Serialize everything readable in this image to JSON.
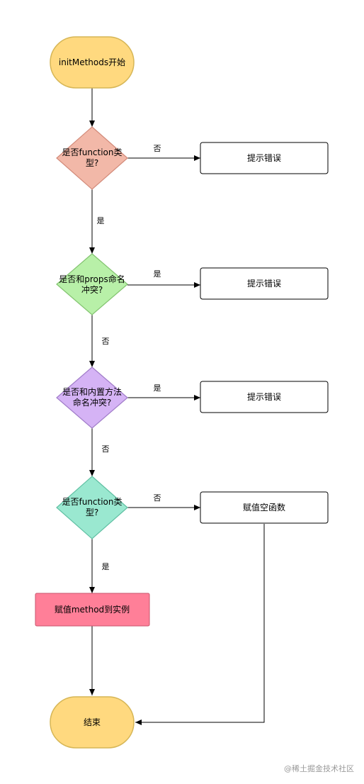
{
  "nodes": {
    "start": {
      "text": "initMethods开始",
      "fill": "#FFD97F",
      "stroke": "#D6B656"
    },
    "check_function_1": {
      "line1": "是否function类",
      "line2": "型?",
      "fill": "#F2B8A8",
      "stroke": "#D28A79"
    },
    "error_1": {
      "text": "提示错误"
    },
    "check_props": {
      "line1": "是否和props命名",
      "line2": "冲突?",
      "fill": "#B8F0A8",
      "stroke": "#82C36F"
    },
    "error_2": {
      "text": "提示错误"
    },
    "check_builtin": {
      "line1": "是否和内置方法",
      "line2": "命名冲突?",
      "fill": "#D5B3F5",
      "stroke": "#A07CC8"
    },
    "error_3": {
      "text": "提示错误"
    },
    "check_function_2": {
      "line1": "是否function类",
      "line2": "型?",
      "fill": "#9AE8D0",
      "stroke": "#5FBFA2"
    },
    "assign_empty": {
      "text": "赋值空函数"
    },
    "assign_method": {
      "text": "赋值method到实例",
      "fill": "#FF7F98",
      "stroke": "#C9566C"
    },
    "end": {
      "text": "结束",
      "fill": "#FFD97F",
      "stroke": "#D6B656"
    }
  },
  "edges": {
    "function_1_no": "否",
    "function_1_yes": "是",
    "props_yes": "是",
    "props_no": "否",
    "builtin_yes": "是",
    "builtin_no": "否",
    "function_2_no": "否",
    "function_2_yes": "是"
  },
  "watermark": "@稀土掘金技术社区"
}
